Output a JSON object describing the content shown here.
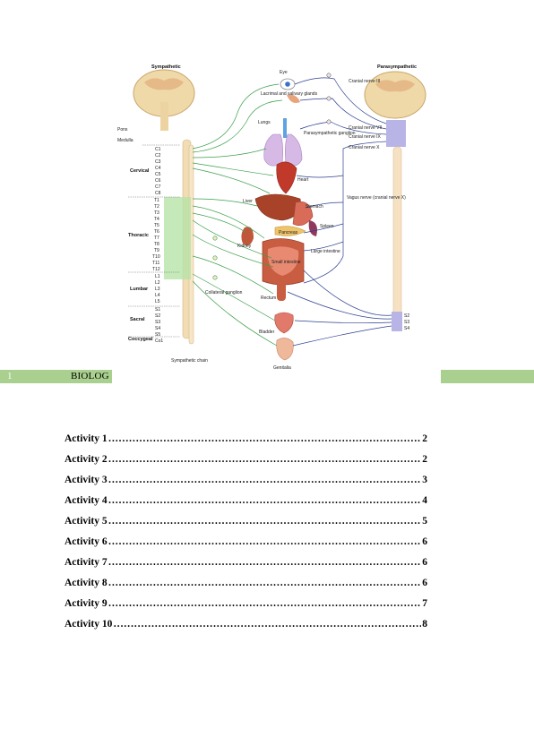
{
  "header": {
    "page_number": "1",
    "title": "BIOLOG"
  },
  "figure": {
    "sympathetic": "Sympathetic",
    "parasympathetic": "Parasympathetic",
    "pons": "Pons",
    "medulla": "Medulla",
    "cervical": "Cervical",
    "thoracic": "Thoracic",
    "lumbar": "Lumbar",
    "sacral": "Sacral",
    "coccygeal": "Coccygeal",
    "cervical_segments": [
      "C1",
      "C2",
      "C3",
      "C4",
      "C5",
      "C6",
      "C7",
      "C8"
    ],
    "thoracic_segments": [
      "T1",
      "T2",
      "T3",
      "T4",
      "T5",
      "T6",
      "T7",
      "T8",
      "T9",
      "T10",
      "T11",
      "T12"
    ],
    "lumbar_segments": [
      "L1",
      "L2",
      "L3",
      "L4",
      "L5"
    ],
    "sacral_segments": [
      "S1",
      "S2",
      "S3",
      "S4",
      "S5"
    ],
    "coccygeal_segment": "Co1",
    "sympathetic_chain": "Sympathetic chain",
    "collateral_ganglion": "Collateral ganglion",
    "eye": "Eye",
    "lacrimal": "Lacrimal and salivary glands",
    "lungs": "Lungs",
    "heart": "Heart",
    "liver": "Liver",
    "stomach": "Stomach",
    "spleen": "Spleen",
    "pancreas": "Pancreas",
    "kidney": "Kidney",
    "large_intestine": "Large intestine",
    "small_intestine": "Small intestine",
    "rectum": "Rectum",
    "bladder": "Bladder",
    "genitalia": "Genitalia",
    "parasym_ganglion": "Parasympathetic ganglion",
    "cn3": "Cranial nerve III",
    "cn7": "Cranial nerve VII",
    "cn9": "Cranial nerve IX",
    "cn10": "Cranial nerve X",
    "vagus": "Vagus nerve (cranial nerve X)",
    "para_sacral": [
      "S2",
      "S3",
      "S4"
    ]
  },
  "toc": [
    {
      "label": "Activity 1",
      "page": "2"
    },
    {
      "label": "Activity 2",
      "page": "2"
    },
    {
      "label": "Activity 3",
      "page": "3"
    },
    {
      "label": "Activity 4",
      "page": "4"
    },
    {
      "label": "Activity 5",
      "page": "5"
    },
    {
      "label": "Activity 6",
      "page": "6"
    },
    {
      "label": "Activity 7",
      "page": "6"
    },
    {
      "label": "Activity 8",
      "page": "6"
    },
    {
      "label": "Activity 9",
      "page": "7"
    },
    {
      "label": "Activity 10",
      "page": "8"
    }
  ]
}
